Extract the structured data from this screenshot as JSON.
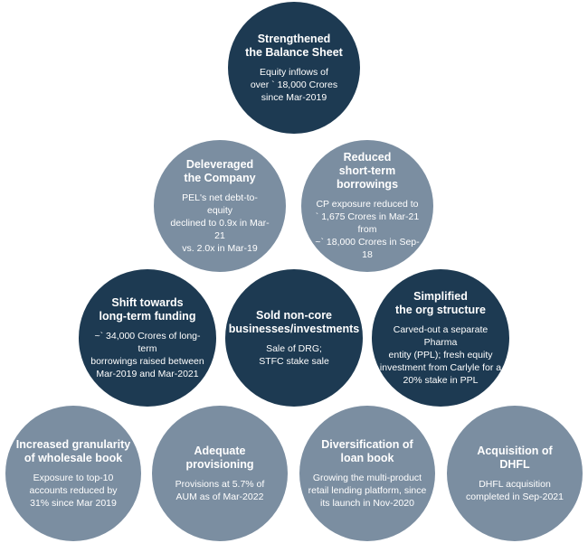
{
  "nodes": [
    {
      "title": "Strengthened\nthe Balance Sheet",
      "body": "Equity inflows of\nover ` 18,000 Crores\nsince Mar-2019",
      "color": "#1d3a52"
    },
    {
      "title": "Deleveraged\nthe Company",
      "body": "PEL's net debt-to-equity\ndeclined to 0.9x in Mar-21\nvs. 2.0x in Mar-19",
      "color": "#7b8ea1"
    },
    {
      "title": "Reduced\nshort-term borrowings",
      "body": "CP exposure reduced to\n` 1,675 Crores in Mar-21 from\n~` 18,000 Crores in Sep-18",
      "color": "#7b8ea1"
    },
    {
      "title": "Shift towards\nlong-term funding",
      "body": "~` 34,000 Crores of long-term\nborrowings raised between\nMar-2019 and Mar-2021",
      "color": "#1d3a52"
    },
    {
      "title": "Sold non-core\nbusinesses/investments",
      "body": "Sale of DRG;\nSTFC stake sale",
      "color": "#1d3a52"
    },
    {
      "title": "Simplified\nthe org structure",
      "body": "Carved-out a separate Pharma\nentity (PPL); fresh equity\ninvestment from Carlyle for a\n20% stake in PPL",
      "color": "#1d3a52"
    },
    {
      "title": "Increased granularity\nof wholesale book",
      "body": "Exposure to top-10\naccounts reduced by\n31% since Mar 2019",
      "color": "#7b8ea1"
    },
    {
      "title": "Adequate\nprovisioning",
      "body": "Provisions at 5.7% of\nAUM as of Mar-2022",
      "color": "#7b8ea1"
    },
    {
      "title": "Diversification of\nloan book",
      "body": "Growing the multi-product\nretail lending platform, since\nits launch in Nov-2020",
      "color": "#7b8ea1"
    },
    {
      "title": "Acquisition of\nDHFL",
      "body": "DHFL acquisition\ncompleted in Sep-2021",
      "color": "#7b8ea1"
    }
  ]
}
